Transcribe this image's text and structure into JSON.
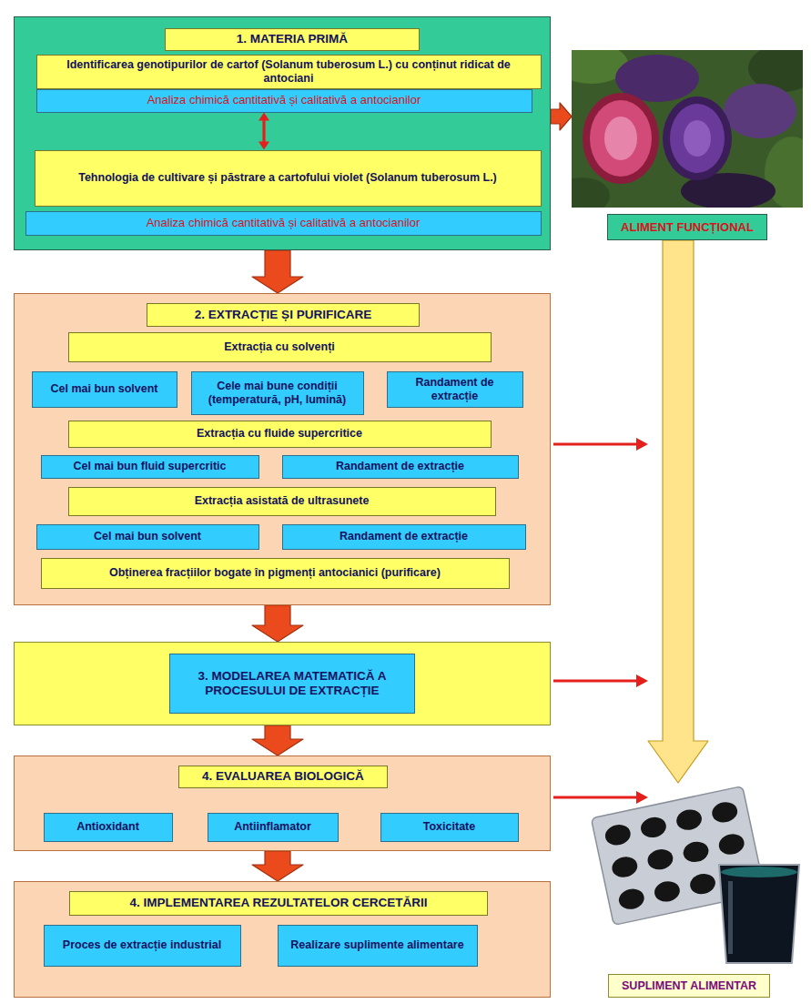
{
  "diagram": {
    "nodes": [
      {
        "text": [
          "1. MATERIA PRIMĂ"
        ]
      },
      {
        "text": [
          "Identificarea genotipurilor de cartof (Solanum tuberosum L.) cu conținut ridicat de antociani"
        ],
        "in": 0
      },
      {
        "text": [
          "Analiza chimică cantitativă și calitativă a antocianilor"
        ],
        "in": 0
      },
      {
        "text": [
          "Tehnologia de cultivare și păstrare a cartofului violet (Solanum tuberosum L.)"
        ],
        "in": 0
      },
      {
        "text": [
          "Analiza chimică cantitativă și calitativă a antocianilor"
        ],
        "in": 0
      },
      {
        "text": [
          "ALIMENT FUNCȚIONAL"
        ]
      },
      {
        "text": [
          "2. EXTRACȚIE ȘI PURIFICARE"
        ]
      },
      {
        "text": [
          "Extracția cu solvenți"
        ],
        "in": 6
      },
      {
        "text": [
          "Cel mai bun solvent"
        ],
        "in": 6
      },
      {
        "text": [
          "Cele mai bune condiții (temperatură, pH, lumină)"
        ],
        "in": 6
      },
      {
        "text": [
          "Randament de extracție"
        ],
        "in": 6
      },
      {
        "text": [
          "Extracția cu fluide supercritice"
        ],
        "in": 6
      },
      {
        "text": [
          "Cel mai bun fluid supercritic"
        ],
        "in": 6
      },
      {
        "text": [
          "Randament de extracție"
        ],
        "in": 6
      },
      {
        "text": [
          "Extracția asistată de ultrasunete"
        ],
        "in": 6
      },
      {
        "text": [
          "Cel mai bun solvent"
        ],
        "in": 6
      },
      {
        "text": [
          "Randament de extracție"
        ],
        "in": 6
      },
      {
        "text": [
          "Obținerea fracțiilor bogate în pigmenți antocianici (purificare)"
        ],
        "in": 6
      },
      {
        "text": [
          "3. MODELAREA MATEMATICĂ A PROCESULUI DE EXTRACȚIE"
        ]
      },
      {
        "text": [
          "4. EVALUAREA BIOLOGICĂ"
        ]
      },
      {
        "text": [
          "Antioxidant"
        ],
        "in": 19
      },
      {
        "text": [
          "Antiinflamator"
        ],
        "in": 19
      },
      {
        "text": [
          "Toxicitate"
        ],
        "in": 19
      },
      {
        "text": [
          "4. IMPLEMENTAREA REZULTATELOR CERCETĂRII"
        ]
      },
      {
        "text": [
          "Proces de extracție industrial"
        ],
        "in": 23
      },
      {
        "text": [
          "Realizare suplimente alimentare"
        ],
        "in": 23
      },
      {
        "text": [
          "SUPLIMENT ALIMENTAR"
        ]
      }
    ],
    "edges": [
      {
        "from": 2,
        "to": 3,
        "arrow": "both"
      },
      {
        "from": 0,
        "to": 5,
        "arrow": "to"
      },
      {
        "from": 0,
        "to": 6,
        "arrow": "to"
      },
      {
        "from": 6,
        "to": 18,
        "arrow": "to"
      },
      {
        "from": 18,
        "to": 19,
        "arrow": "to"
      },
      {
        "from": 19,
        "to": 23,
        "arrow": "to"
      },
      {
        "from": 5,
        "to": 26,
        "arrow": "to"
      }
    ]
  }
}
